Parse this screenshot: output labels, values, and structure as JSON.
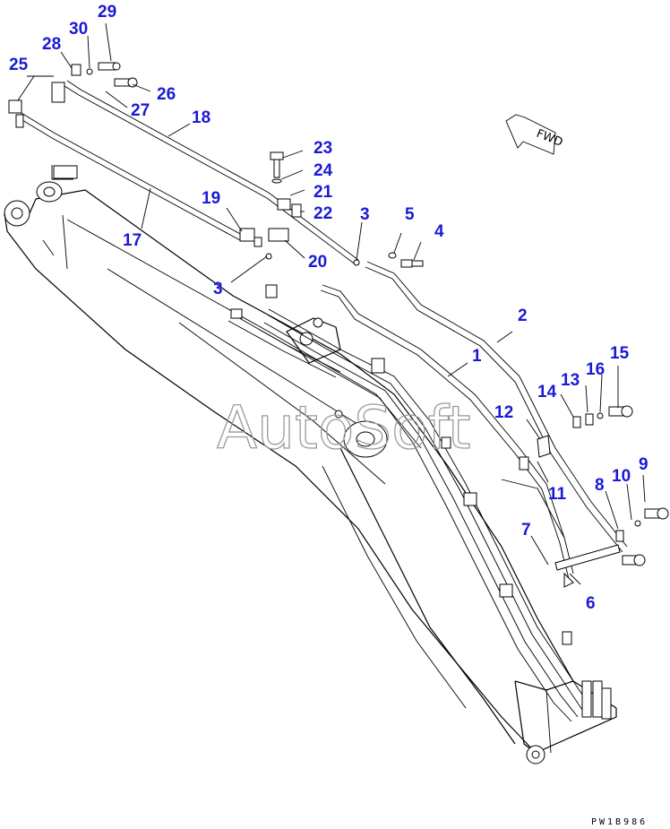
{
  "diagram": {
    "drawing_code": "PW1B986",
    "watermark": "AutoSoft",
    "direction_marker": "FWD",
    "callouts": [
      {
        "id": "c1",
        "text": "1"
      },
      {
        "id": "c2",
        "text": "2"
      },
      {
        "id": "c3a",
        "text": "3"
      },
      {
        "id": "c3b",
        "text": "3"
      },
      {
        "id": "c4",
        "text": "4"
      },
      {
        "id": "c5",
        "text": "5"
      },
      {
        "id": "c6",
        "text": "6"
      },
      {
        "id": "c7",
        "text": "7"
      },
      {
        "id": "c8",
        "text": "8"
      },
      {
        "id": "c9",
        "text": "9"
      },
      {
        "id": "c10",
        "text": "10"
      },
      {
        "id": "c11",
        "text": "11"
      },
      {
        "id": "c12",
        "text": "12"
      },
      {
        "id": "c13",
        "text": "13"
      },
      {
        "id": "c14",
        "text": "14"
      },
      {
        "id": "c15",
        "text": "15"
      },
      {
        "id": "c16",
        "text": "16"
      },
      {
        "id": "c17",
        "text": "17"
      },
      {
        "id": "c18",
        "text": "18"
      },
      {
        "id": "c19",
        "text": "19"
      },
      {
        "id": "c20",
        "text": "20"
      },
      {
        "id": "c21",
        "text": "21"
      },
      {
        "id": "c22",
        "text": "22"
      },
      {
        "id": "c23",
        "text": "23"
      },
      {
        "id": "c24",
        "text": "24"
      },
      {
        "id": "c25",
        "text": "25"
      },
      {
        "id": "c26",
        "text": "26"
      },
      {
        "id": "c27",
        "text": "27"
      },
      {
        "id": "c28",
        "text": "28"
      },
      {
        "id": "c29",
        "text": "29"
      },
      {
        "id": "c30",
        "text": "30"
      }
    ]
  }
}
